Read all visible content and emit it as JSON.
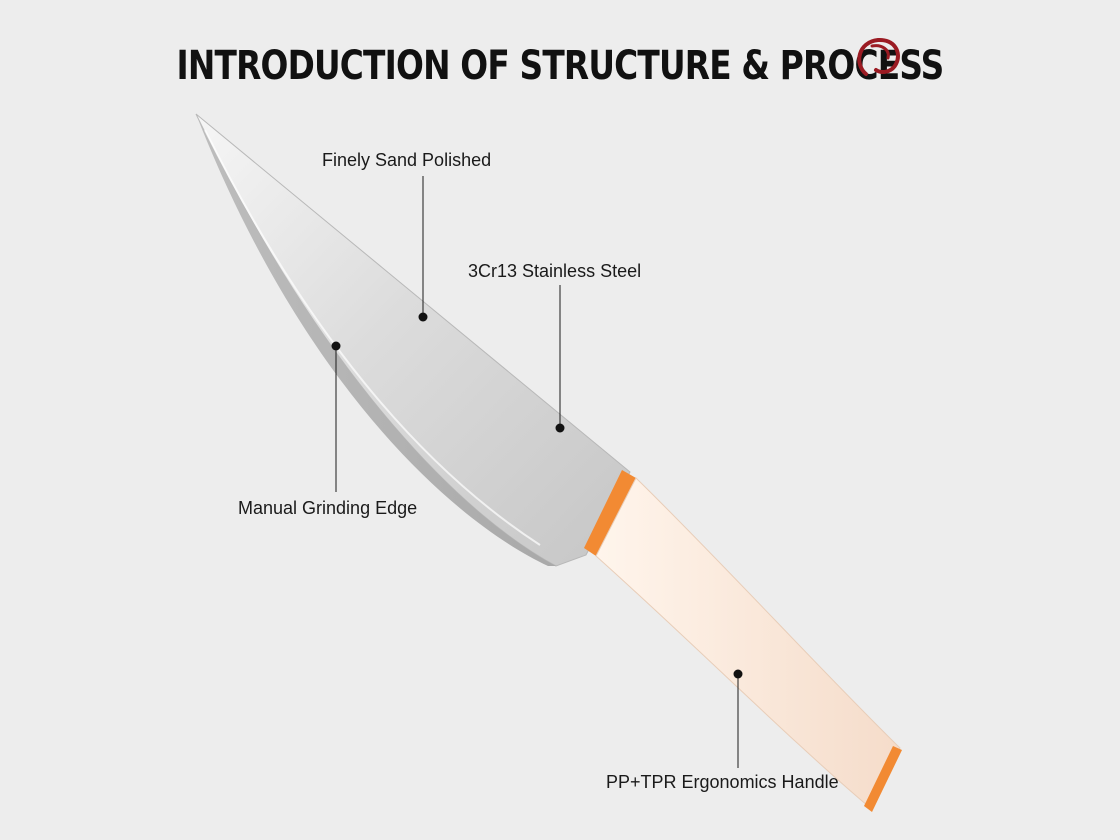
{
  "title": "INTRODUCTION OF STRUCTURE & PROCESS",
  "callouts": {
    "sand_polished": "Finely Sand Polished",
    "stainless_steel": "3Cr13 Stainless Steel",
    "grinding_edge": "Manual Grinding Edge",
    "handle": "PP+TPR Ergonomics Handle"
  },
  "colors": {
    "background": "#ededed",
    "handle": "#fbe9dc",
    "accent_ring": "#f28a33",
    "logo": "#9b1b23"
  }
}
